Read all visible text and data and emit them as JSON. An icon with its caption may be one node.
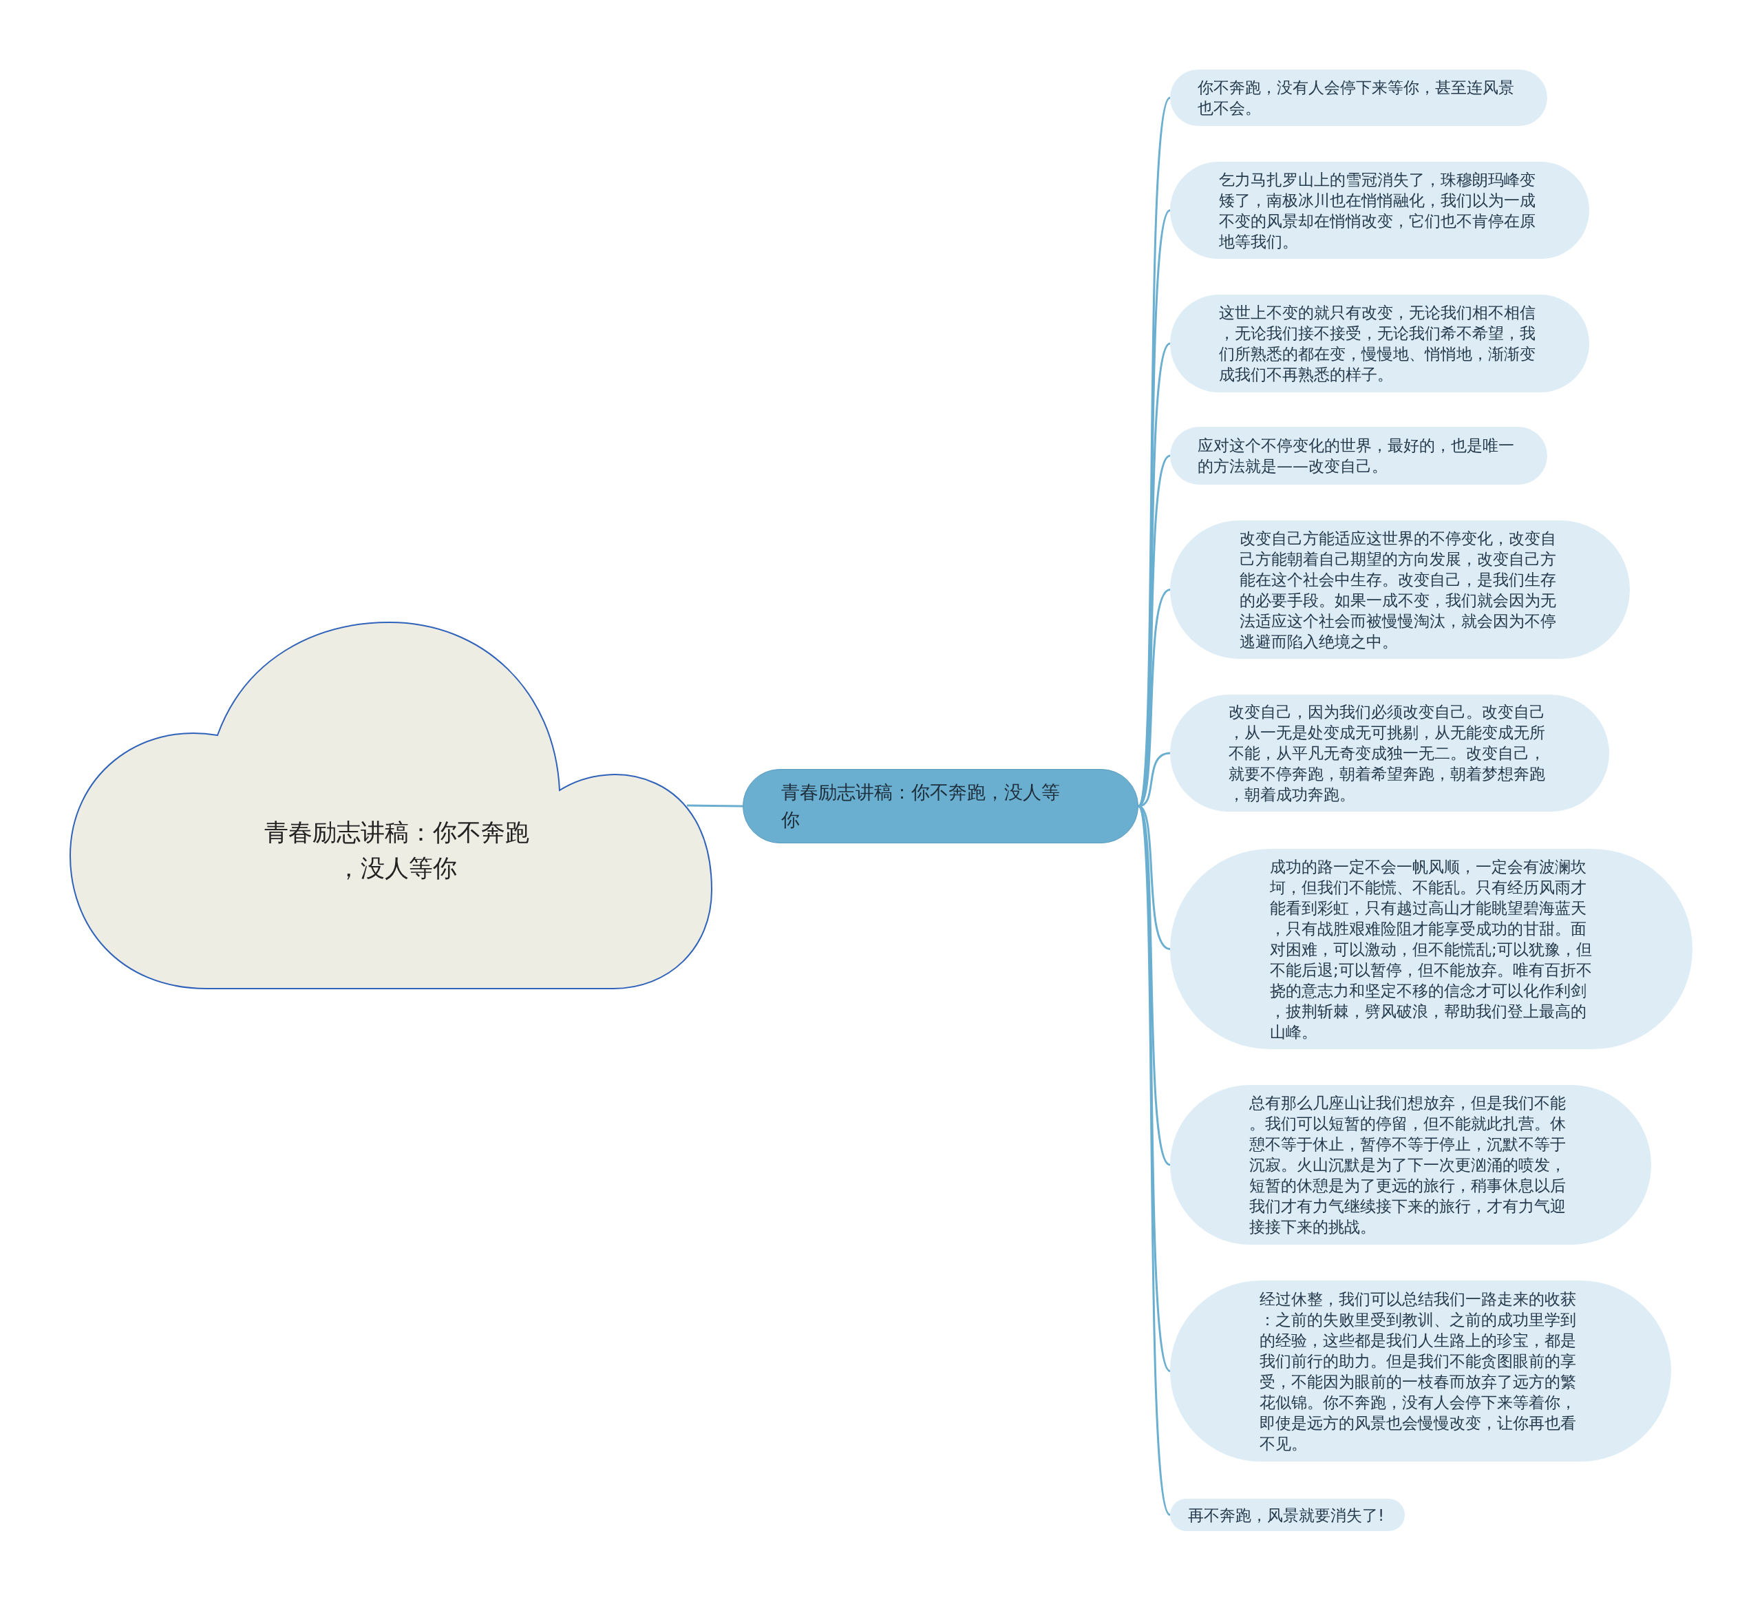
{
  "diagram": {
    "nodes": [
      {
        "text": [
          "青春励志讲稿：你不奔跑，没人等你"
        ]
      },
      {
        "text": [
          "青春励志讲稿：你不奔跑，没人等你"
        ]
      },
      {
        "text": [
          "你不奔跑，没有人会停下来等你，甚至连风景也不会。"
        ]
      },
      {
        "text": [
          "乞力马扎罗山上的雪冠消失了，珠穆朗玛峰变矮了，南极冰川也在悄悄融化，我们以为一成不变的风景却在悄悄改变，它们也不肯停在原地等我们。"
        ]
      },
      {
        "text": [
          "这世上不变的就只有改变，无论我们相不相信，无论我们接不接受，无论我们希不希望，我们所熟悉的都在变，慢慢地、悄悄地，渐渐变成我们不再熟悉的样子。"
        ]
      },
      {
        "text": [
          "应对这个不停变化的世界，最好的，也是唯一的方法就是——改变自己。"
        ]
      },
      {
        "text": [
          "改变自己方能适应这世界的不停变化，改变自己方能朝着自己期望的方向发展，改变自己方能在这个社会中生存。改变自己，是我们生存的必要手段。如果一成不变，我们就会因为无法适应这个社会而被慢慢淘汰，就会因为不停逃避而陷入绝境之中。"
        ]
      },
      {
        "text": [
          "改变自己，因为我们必须改变自己。改变自己，从一无是处变成无可挑剔，从无能变成无所不能，从平凡无奇变成独一无二。改变自己，就要不停奔跑，朝着希望奔跑，朝着梦想奔跑，朝着成功奔跑。"
        ]
      },
      {
        "text": [
          "成功的路一定不会一帆风顺，一定会有波澜坎坷，但我们不能慌、不能乱。只有经历风雨才能看到彩虹，只有越过高山才能眺望碧海蓝天，只有战胜艰难险阻才能享受成功的甘甜。面对困难，可以激动，但不能慌乱;可以犹豫，但不能后退;可以暂停，但不能放弃。唯有百折不挠的意志力和坚定不移的信念才可以化作利剑，披荆斩棘，劈风破浪，帮助我们登上最高的山峰。"
        ]
      },
      {
        "text": [
          "总有那么几座山让我们想放弃，但是我们不能。我们可以短暂的停留，但不能就此扎营。休憩不等于休止，暂停不等于停止，沉默不等于沉寂。火山沉默是为了下一次更汹涌的喷发，短暂的休憩是为了更远的旅行，稍事休息以后我们才有力气继续接下来的旅行，才有力气迎接接下来的挑战。"
        ]
      },
      {
        "text": [
          "经过休整，我们可以总结我们一路走来的收获：之前的失败里受到教训、之前的成功里学到的经验，这些都是我们人生路上的珍宝，都是我们前行的助力。但是我们不能贪图眼前的享受，不能因为眼前的一枝春而放弃了远方的繁花似锦。你不奔跑，没有人会停下来等着你，即使是远方的风景也会慢慢改变，让你再也看不见。"
        ]
      },
      {
        "text": [
          "再不奔跑，风景就要消失了!"
        ]
      }
    ],
    "edges": [
      {
        "from": 0,
        "to": 1,
        "arrow": "none"
      },
      {
        "from": 1,
        "to": 2,
        "arrow": "none"
      },
      {
        "from": 1,
        "to": 3,
        "arrow": "none"
      },
      {
        "from": 1,
        "to": 4,
        "arrow": "none"
      },
      {
        "from": 1,
        "to": 5,
        "arrow": "none"
      },
      {
        "from": 1,
        "to": 6,
        "arrow": "none"
      },
      {
        "from": 1,
        "to": 7,
        "arrow": "none"
      },
      {
        "from": 1,
        "to": 8,
        "arrow": "none"
      },
      {
        "from": 1,
        "to": 9,
        "arrow": "none"
      },
      {
        "from": 1,
        "to": 10,
        "arrow": "none"
      },
      {
        "from": 1,
        "to": 11,
        "arrow": "none"
      }
    ]
  }
}
